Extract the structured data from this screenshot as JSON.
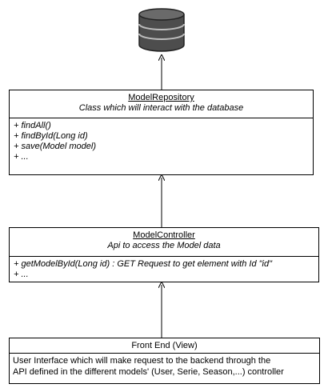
{
  "database": {
    "icon": "database-icon",
    "color": "#555555"
  },
  "repository": {
    "title": "ModelRepository",
    "subtitle": "Class which will interact with the database",
    "methods": [
      "+ findAll()",
      "+ findById(Long id)",
      "+ save(Model model)",
      "+ ..."
    ]
  },
  "controller": {
    "title": "ModelController",
    "subtitle": "Api to access the Model data",
    "methods": [
      "+ getModelById(Long id) : GET Request to get element with Id \"id\"",
      "+ ..."
    ]
  },
  "frontend": {
    "title": "Front End (View)",
    "lines": [
      "User Interface which will make request to the backend through the",
      "API defined in the different models' (User, Serie, Season,...) controller"
    ]
  }
}
